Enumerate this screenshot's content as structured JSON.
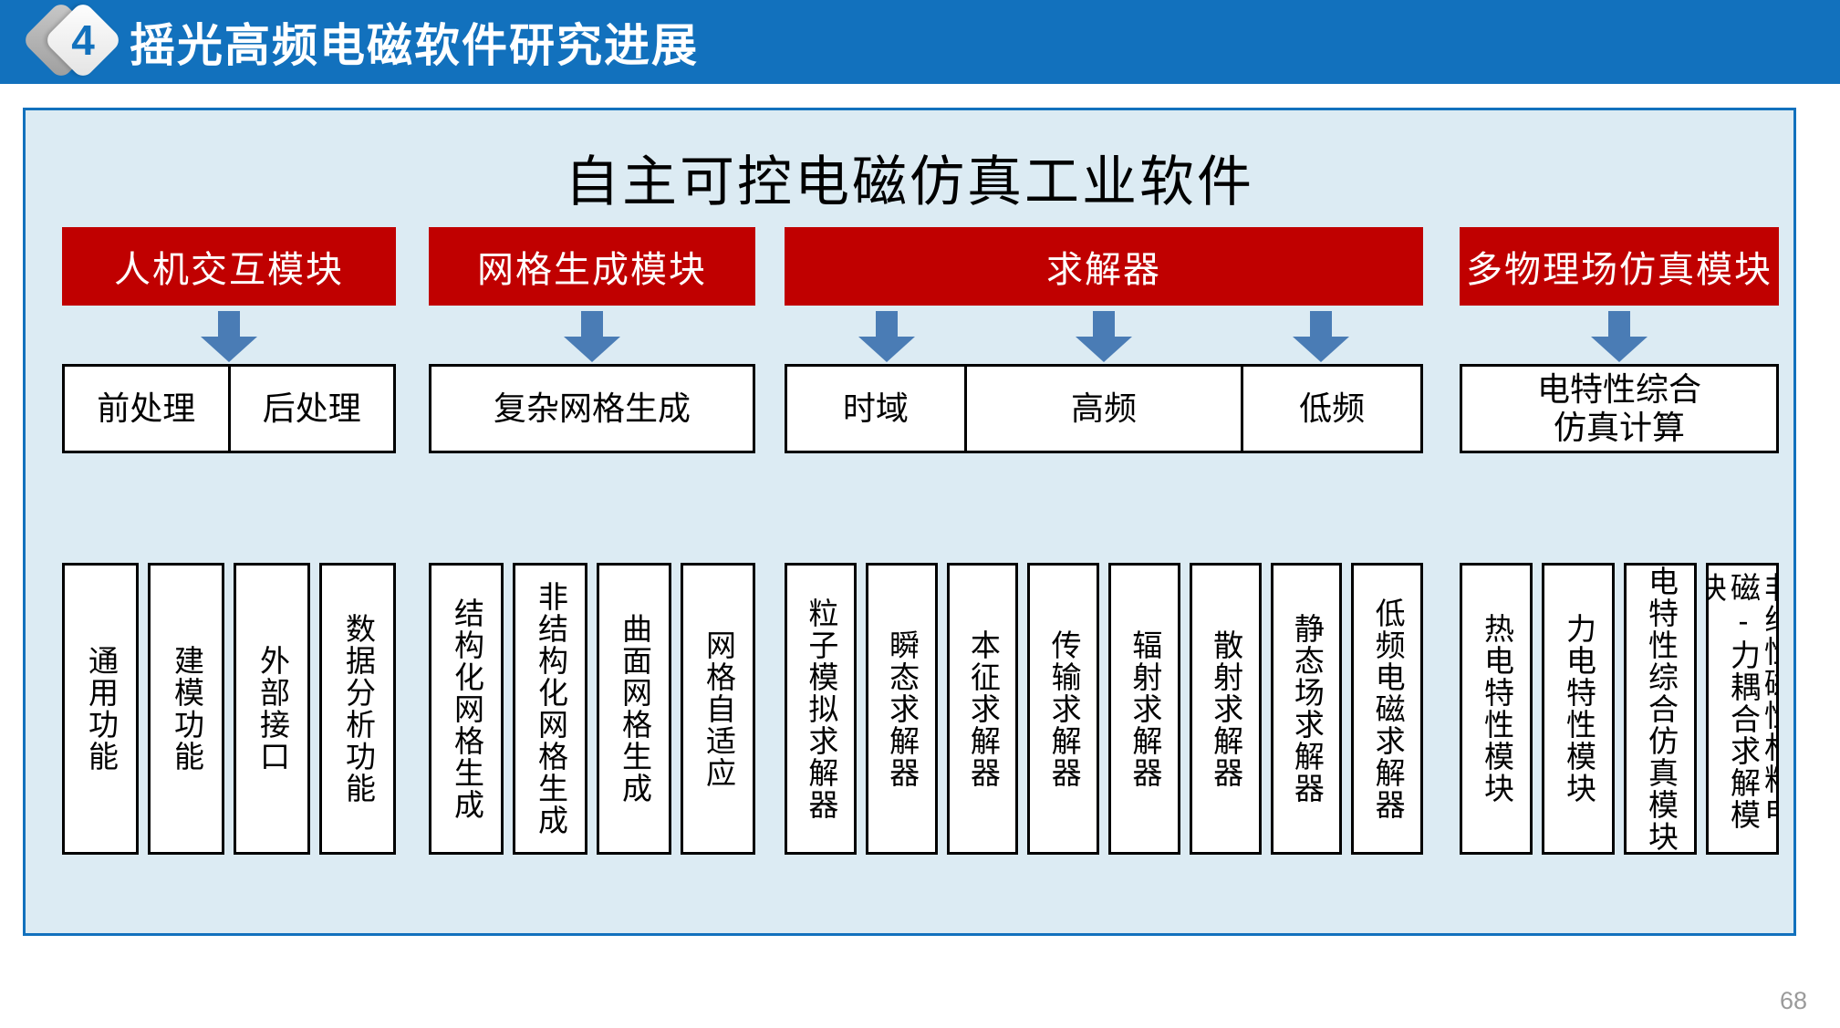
{
  "header": {
    "badge_number": "4",
    "title": "摇光高频电磁软件研究进展",
    "bar_color": "#1271bd",
    "badge_icon": "diamond-badge-icon"
  },
  "panel": {
    "title": "自主可控电磁仿真工业软件",
    "bg_color": "#dcebf3",
    "border_color": "#1271bd"
  },
  "palette": {
    "module_red": "#c00000",
    "arrow_blue": "#4a7cb5",
    "box_border": "#000000",
    "box_fill": "#ffffff"
  },
  "groups": [
    {
      "id": "hmi",
      "header": "人机交互模块",
      "arrows": 1,
      "mid_boxes": [
        {
          "label": "前处理",
          "flex": 1
        },
        {
          "label": "后处理",
          "flex": 1
        }
      ],
      "cards": [
        "通用功能",
        "建模功能",
        "外部接口",
        "数据分析功能"
      ]
    },
    {
      "id": "mesh",
      "header": "网格生成模块",
      "arrows": 1,
      "mid_boxes": [
        {
          "label": "复杂网格生成",
          "flex": 1
        }
      ],
      "cards": [
        "结构化网格生成",
        "非结构化网格生成",
        "曲面网格生成",
        "网格自适应"
      ]
    },
    {
      "id": "solver",
      "header": "求解器",
      "arrows": 3,
      "mid_boxes": [
        {
          "label": "时域",
          "flex": 1
        },
        {
          "label": "高频",
          "flex": 1.55
        },
        {
          "label": "低频",
          "flex": 1
        }
      ],
      "cards": [
        "粒子模拟求解器",
        "瞬态求解器",
        "本征求解器",
        "传输求解器",
        "辐射求解器",
        "散射求解器",
        "静态场求解器",
        "低频电磁求解器"
      ]
    },
    {
      "id": "multiphysics",
      "header": "多物理场仿真模块",
      "arrows": 1,
      "mid_boxes": [
        {
          "label": "电特性综合\n仿真计算",
          "flex": 1
        }
      ],
      "cards": [
        "热电特性模块",
        "力电特性模块",
        "电特性综合仿真模块",
        "非线性磁性材料电磁-力耦合求解模块"
      ]
    }
  ],
  "footer": {
    "page_number": "68"
  }
}
